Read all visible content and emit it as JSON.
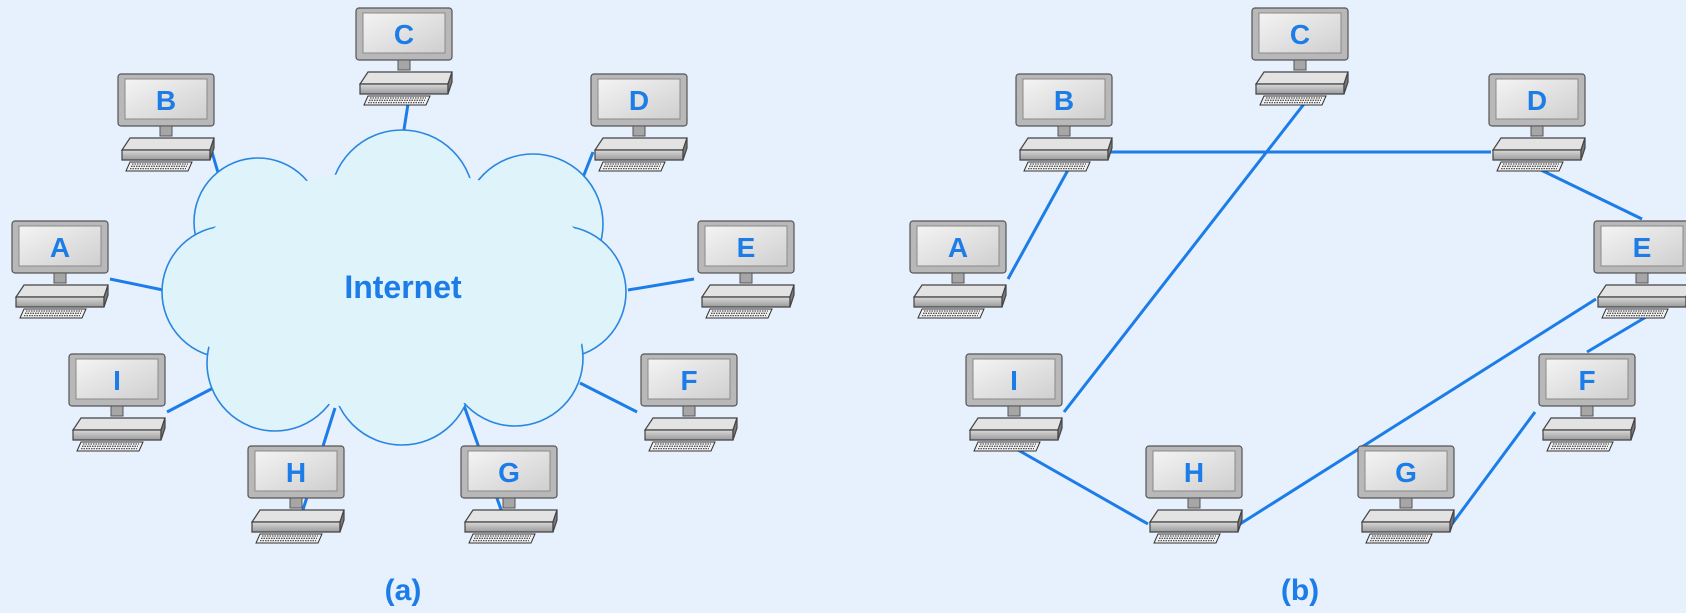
{
  "colors": {
    "background": "#e6f1fd",
    "link": "#1c7ce8",
    "label": "#1c7ce8",
    "cloud_fill": "#dff3fb",
    "cloud_stroke": "#2a86e0"
  },
  "icons": {
    "node": "desktop-computer-icon",
    "network": "cloud-icon"
  },
  "panels": {
    "a": {
      "caption": "(a)",
      "cloud_label": "Internet",
      "nodes": [
        "A",
        "B",
        "C",
        "D",
        "E",
        "F",
        "G",
        "H",
        "I"
      ],
      "links": [
        [
          "A",
          "Internet"
        ],
        [
          "B",
          "Internet"
        ],
        [
          "C",
          "Internet"
        ],
        [
          "D",
          "Internet"
        ],
        [
          "E",
          "Internet"
        ],
        [
          "F",
          "Internet"
        ],
        [
          "G",
          "Internet"
        ],
        [
          "H",
          "Internet"
        ],
        [
          "I",
          "Internet"
        ]
      ]
    },
    "b": {
      "caption": "(b)",
      "nodes": [
        "A",
        "B",
        "C",
        "D",
        "E",
        "F",
        "G",
        "H",
        "I"
      ],
      "links": [
        [
          "A",
          "B"
        ],
        [
          "B",
          "D"
        ],
        [
          "D",
          "E"
        ],
        [
          "C",
          "I"
        ],
        [
          "E",
          "F"
        ],
        [
          "E",
          "H"
        ],
        [
          "I",
          "H"
        ],
        [
          "G",
          "F"
        ]
      ]
    }
  }
}
